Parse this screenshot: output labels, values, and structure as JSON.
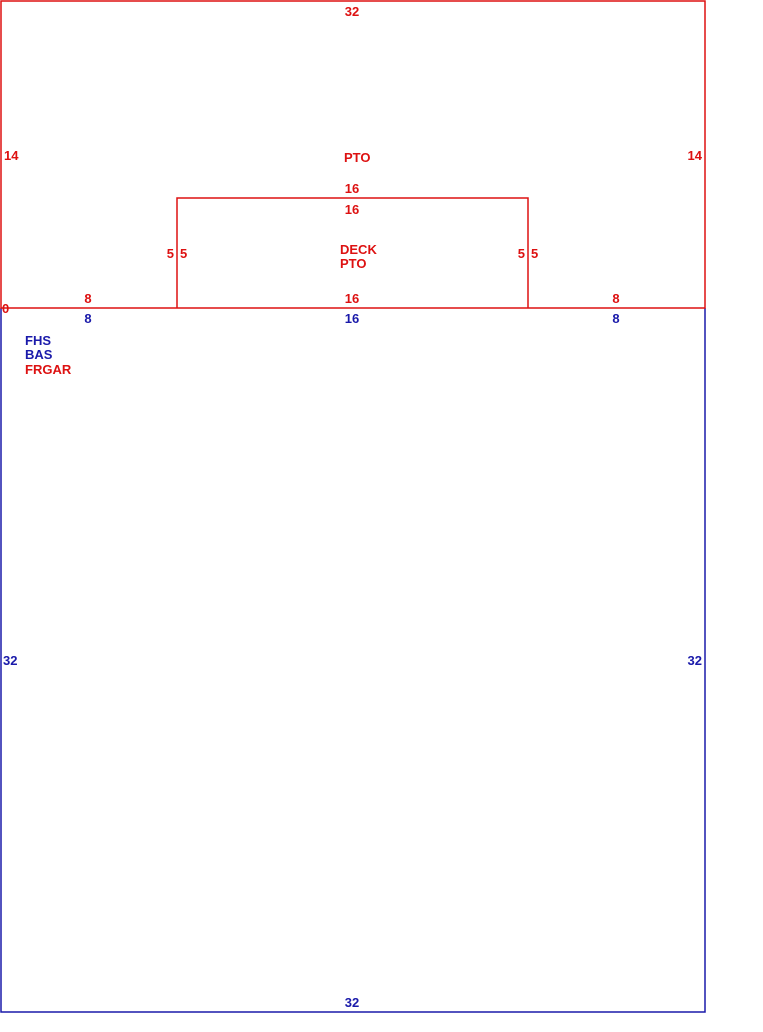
{
  "colors": {
    "upper_level": "#dd1111",
    "main_level": "#1a1aaa",
    "background": "#ffffff"
  },
  "pto_area": {
    "label": "PTO",
    "dim_top": "32",
    "dim_left": "14",
    "dim_right": "14",
    "dim_bottom_left": "8",
    "dim_bottom_center": "16",
    "dim_bottom_right": "8",
    "dim_origin": "0"
  },
  "deck_area": {
    "label_line1": "DECK",
    "label_line2": "PTO",
    "dim_top_outer": "16",
    "dim_top_inner": "16",
    "dim_left_outer": "5",
    "dim_left_inner": "5",
    "dim_right_inner": "5",
    "dim_right_outer": "5"
  },
  "main_area": {
    "label_line1": "FHS",
    "label_line2": "BAS",
    "label_line3": "FRGAR",
    "dim_top_left": "8",
    "dim_top_center": "16",
    "dim_top_right": "8",
    "dim_left": "32",
    "dim_right": "32",
    "dim_bottom": "32"
  }
}
